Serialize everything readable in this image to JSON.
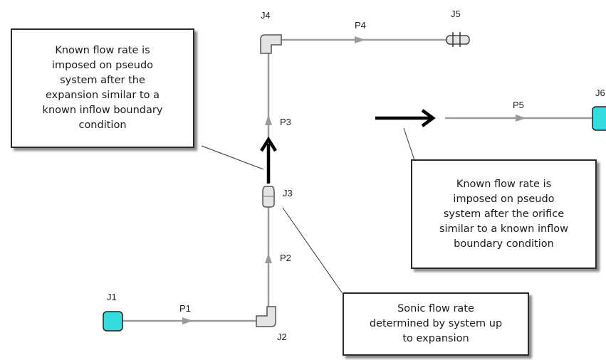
{
  "diagram": {
    "junctions": [
      {
        "id": "J1",
        "label": "J1",
        "type": "reservoir",
        "color": "#33dddd"
      },
      {
        "id": "J2",
        "label": "J2",
        "type": "bend"
      },
      {
        "id": "J3",
        "label": "J3",
        "type": "expansion"
      },
      {
        "id": "J4",
        "label": "J4",
        "type": "bend"
      },
      {
        "id": "J5",
        "label": "J5",
        "type": "orifice"
      },
      {
        "id": "J6",
        "label": "J6",
        "type": "reservoir",
        "color": "#33dddd"
      }
    ],
    "pipes": [
      {
        "id": "P1",
        "label": "P1",
        "from": "J1",
        "to": "J2"
      },
      {
        "id": "P2",
        "label": "P2",
        "from": "J2",
        "to": "J3"
      },
      {
        "id": "P3",
        "label": "P3",
        "from": "J3",
        "to": "J4"
      },
      {
        "id": "P4",
        "label": "P4",
        "from": "J4",
        "to": "J5"
      },
      {
        "id": "P5",
        "label": "P5",
        "to": "J6"
      }
    ],
    "callouts": {
      "expansion": "Known flow rate is\nimposed on pseudo\nsystem after the\nexpansion similar to a\nknown  inflow boundary\ncondition",
      "orifice": "Known flow rate is\nimposed on pseudo\nsystem after the orifice\nsimilar to a known inflow\nboundary  condition",
      "sonic": "Sonic flow rate\ndetermined by system up\nto expansion"
    },
    "colors": {
      "pipe": "#9a9a9a",
      "fitting": "#e4e4e4",
      "reservoir": "#33dddd",
      "arrow": "#000000"
    }
  }
}
